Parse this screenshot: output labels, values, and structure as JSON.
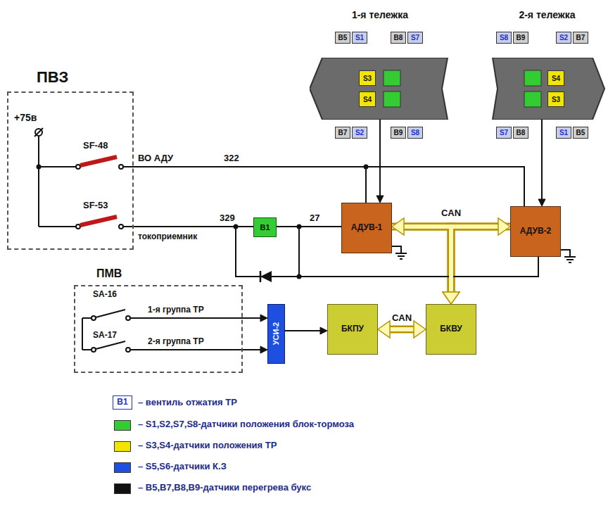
{
  "diagram": {
    "nodes": [
      {
        "text": [
          "ПВЗ"
        ]
      },
      {
        "text": [
          "1-я тележка"
        ]
      },
      {
        "text": [
          "B5"
        ]
      },
      {
        "text": [
          "S1"
        ]
      },
      {
        "text": [
          "B8"
        ]
      },
      {
        "text": [
          "S7"
        ]
      },
      {
        "text": [
          "S3"
        ],
        "in": 1
      },
      {
        "text": [
          "S4"
        ],
        "in": 1
      },
      {
        "text": [
          "B7"
        ]
      },
      {
        "text": [
          "S2"
        ]
      },
      {
        "text": [
          "B9"
        ]
      },
      {
        "text": [
          "S8"
        ]
      },
      {
        "text": [
          "2-я тележка"
        ]
      },
      {
        "text": [
          "S8"
        ]
      },
      {
        "text": [
          "B9"
        ]
      },
      {
        "text": [
          "S2"
        ]
      },
      {
        "text": [
          "B7"
        ]
      },
      {
        "text": [
          "S4"
        ],
        "in": 12
      },
      {
        "text": [
          "S3"
        ],
        "in": 12
      },
      {
        "text": [
          "S7"
        ]
      },
      {
        "text": [
          "B8"
        ]
      },
      {
        "text": [
          "S1"
        ]
      },
      {
        "text": [
          "B5"
        ]
      },
      {
        "text": [
          "B1"
        ]
      },
      {
        "text": [
          "АДУВ-1"
        ]
      },
      {
        "text": [
          "АДУВ-2"
        ]
      },
      {
        "text": [
          "ПМВ"
        ]
      },
      {
        "text": [
          "УСИ-2"
        ]
      },
      {
        "text": [
          "БКПУ"
        ]
      },
      {
        "text": [
          "БКВУ"
        ]
      }
    ],
    "edges": [
      {
        "from": 1,
        "to": 24,
        "arrow": "to"
      },
      {
        "from": 12,
        "to": 25,
        "arrow": "to"
      },
      {
        "from": 0,
        "to": 24,
        "arrow": "none"
      },
      {
        "from": 0,
        "to": 25,
        "arrow": "none"
      },
      {
        "from": 0,
        "to": 23,
        "arrow": "none"
      },
      {
        "from": 23,
        "to": 24,
        "arrow": "none"
      },
      {
        "from": 25,
        "to": 0,
        "arrow": "none"
      },
      {
        "from": 24,
        "to": 25,
        "label": "CAN",
        "arrow": "both"
      },
      {
        "from": 24,
        "to": 29,
        "arrow": "to"
      },
      {
        "from": 25,
        "to": 29,
        "arrow": "to"
      },
      {
        "from": 26,
        "to": 27,
        "arrow": "to"
      },
      {
        "from": 26,
        "to": 27,
        "arrow": "to"
      },
      {
        "from": 27,
        "to": 28,
        "arrow": "to"
      },
      {
        "from": 28,
        "to": 29,
        "label": "CAN",
        "arrow": "both"
      }
    ],
    "labels": [
      "+75в",
      "SF-48",
      "SF-53",
      "ВО АДУ",
      "322",
      "329",
      "токоприемник",
      "27",
      "SA-16",
      "SA-17",
      "1-я группа ТР",
      "2-я группа ТР",
      "B1"
    ],
    "legend": [
      {
        "text": "– вентиль отжатия ТР"
      },
      {
        "text": "– S1,S2,S7,S8-датчики положения блок-тормоза",
        "color": "#33cc33"
      },
      {
        "text": "– S3,S4-датчики положения ТР",
        "color": "#f2e600"
      },
      {
        "text": "– S5,S6-датчики К.З",
        "color": "#1f4fe0"
      },
      {
        "text": "– B5,B7,B8,B9-датчики перегрева букс",
        "color": "#111111"
      }
    ]
  }
}
